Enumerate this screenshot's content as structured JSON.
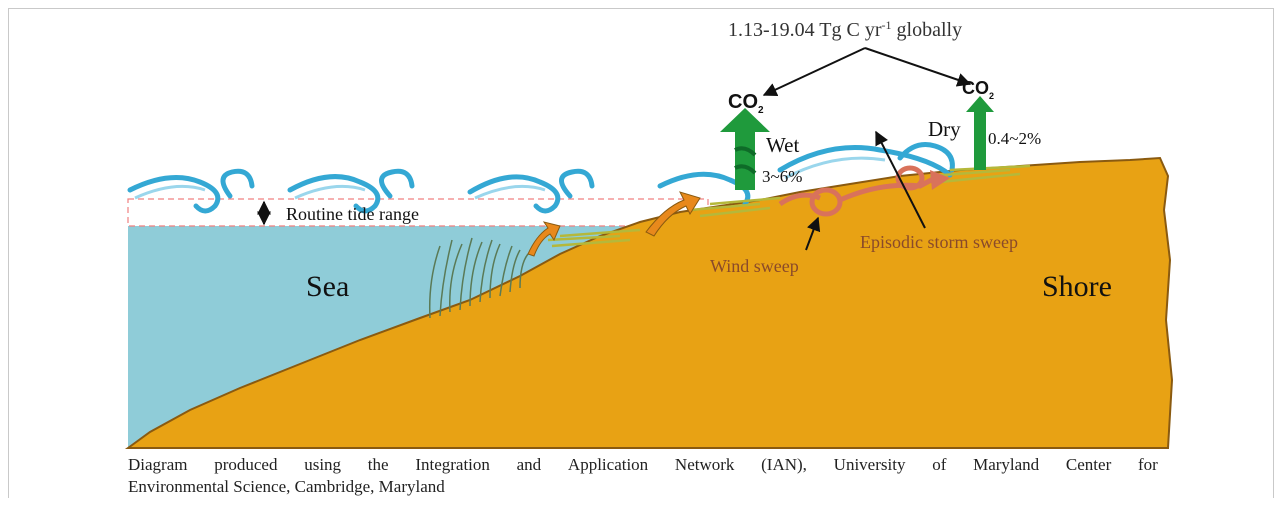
{
  "title": {
    "flux_prefix": "1.13-19.04 Tg C yr",
    "flux_exponent": "-1",
    "flux_suffix": " globally"
  },
  "labels": {
    "co2_wet_main": "CO",
    "co2_wet_sub": "2",
    "co2_dry_main": "CO",
    "co2_dry_sub": "2",
    "wet": "Wet",
    "wet_rate": "3~6%",
    "dry": "Dry",
    "dry_rate": "0.4~2%",
    "tide": "Routine tide range",
    "sea": "Sea",
    "shore": "Shore",
    "wind": "Wind sweep",
    "storm": "Episodic storm sweep"
  },
  "caption": {
    "line1_words": [
      "Diagram",
      "produced",
      "using",
      "the",
      "Integration",
      "and",
      "Application",
      "Network",
      "(IAN),",
      "University",
      "of",
      "Maryland",
      "Center",
      "for"
    ],
    "line2": "Environmental Science, Cambridge, Maryland"
  },
  "colors": {
    "sea": "#8fccd8",
    "land": "#e8a214",
    "land_edge": "#8a5a10",
    "wave": "#34a8d4",
    "co2_arrow": "#1f9a3c",
    "sweep": "#d9725b",
    "tide_line": "#f08080"
  }
}
